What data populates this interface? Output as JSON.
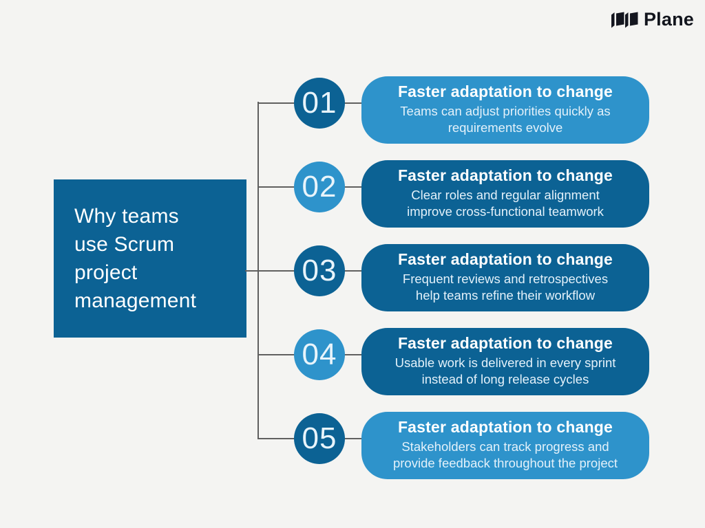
{
  "logo": {
    "text": "Plane",
    "icon": "plane-logo-mark"
  },
  "heading": {
    "lines": [
      "Why teams",
      "use Scrum",
      "project",
      "management"
    ],
    "full_text": "Why teams use Scrum project management"
  },
  "steps": [
    {
      "number": "01",
      "title": "Faster adaptation to change",
      "description": "Teams can adjust priorities quickly as requirements evolve",
      "description_lines": [
        "Teams can adjust priorities quickly as",
        "requirements evolve"
      ]
    },
    {
      "number": "02",
      "title": "Faster adaptation to change",
      "description": "Clear roles and regular alignment improve cross-functional teamwork",
      "description_lines": [
        "Clear roles and regular alignment",
        "improve cross-functional teamwork"
      ]
    },
    {
      "number": "03",
      "title": "Faster adaptation to change",
      "description": "Frequent reviews and retrospectives help teams refine their workflow",
      "description_lines": [
        "Frequent reviews and retrospectives",
        "help teams refine their workflow"
      ]
    },
    {
      "number": "04",
      "title": "Faster adaptation to change",
      "description": "Usable work is delivered in every sprint instead of long release cycles",
      "description_lines": [
        "Usable work is delivered in every sprint",
        "instead of long release cycles"
      ]
    },
    {
      "number": "05",
      "title": "Faster adaptation to change",
      "description": "Stakeholders can track progress and provide feedback throughout the project",
      "description_lines": [
        "Stakeholders can track progress and",
        "provide feedback throughout the project"
      ]
    }
  ],
  "colors": {
    "background": "#f4f4f2",
    "dark_blue": "#0c6294",
    "light_blue": "#2e93cb",
    "connector": "#5f5f5f",
    "logo_text": "#12151d",
    "text_on_blue": "#ffffff",
    "subtext_on_blue": "#e3f1fa"
  }
}
